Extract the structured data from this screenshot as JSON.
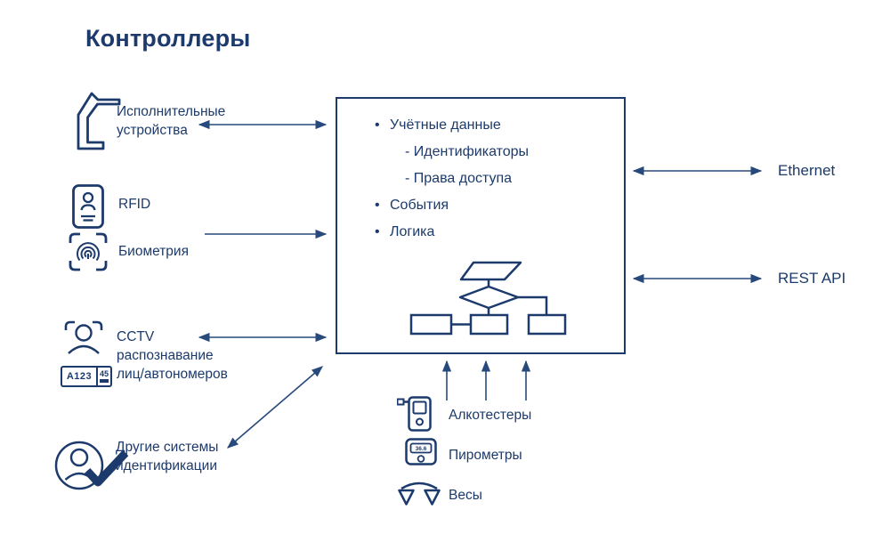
{
  "title": "Контроллеры",
  "colors": {
    "primary": "#1c3a6b",
    "arrow": "#27497c",
    "background": "#ffffff"
  },
  "left_items": [
    {
      "icon": "turnstile-icon",
      "label": "Исполнительные устройства"
    },
    {
      "icon": "rfid-card-icon",
      "label": "RFID"
    },
    {
      "icon": "fingerprint-icon",
      "label": "Биометрия"
    },
    {
      "icon": "cctv-face-icon",
      "label": "CCTV распознавание лиц/автономеров",
      "plate_main": "A123",
      "plate_region": "45"
    },
    {
      "icon": "person-check-icon",
      "label": "Другие системы идентификации"
    }
  ],
  "controller_box": {
    "items": [
      {
        "bullet": "•",
        "text": "Учётные данные"
      },
      {
        "bullet": "",
        "text": "- Идентификаторы"
      },
      {
        "bullet": "",
        "text": "- Права доступа"
      },
      {
        "bullet": "•",
        "text": "События"
      },
      {
        "bullet": "•",
        "text": "Логика"
      }
    ]
  },
  "right_items": [
    {
      "label": "Ethernet"
    },
    {
      "label": "REST API"
    }
  ],
  "bottom_items": [
    {
      "icon": "breathalyzer-icon",
      "label": "Алкотестеры"
    },
    {
      "icon": "pyrometer-icon",
      "label": "Пирометры",
      "display_value": "36.6"
    },
    {
      "icon": "scales-icon",
      "label": "Весы"
    }
  ]
}
